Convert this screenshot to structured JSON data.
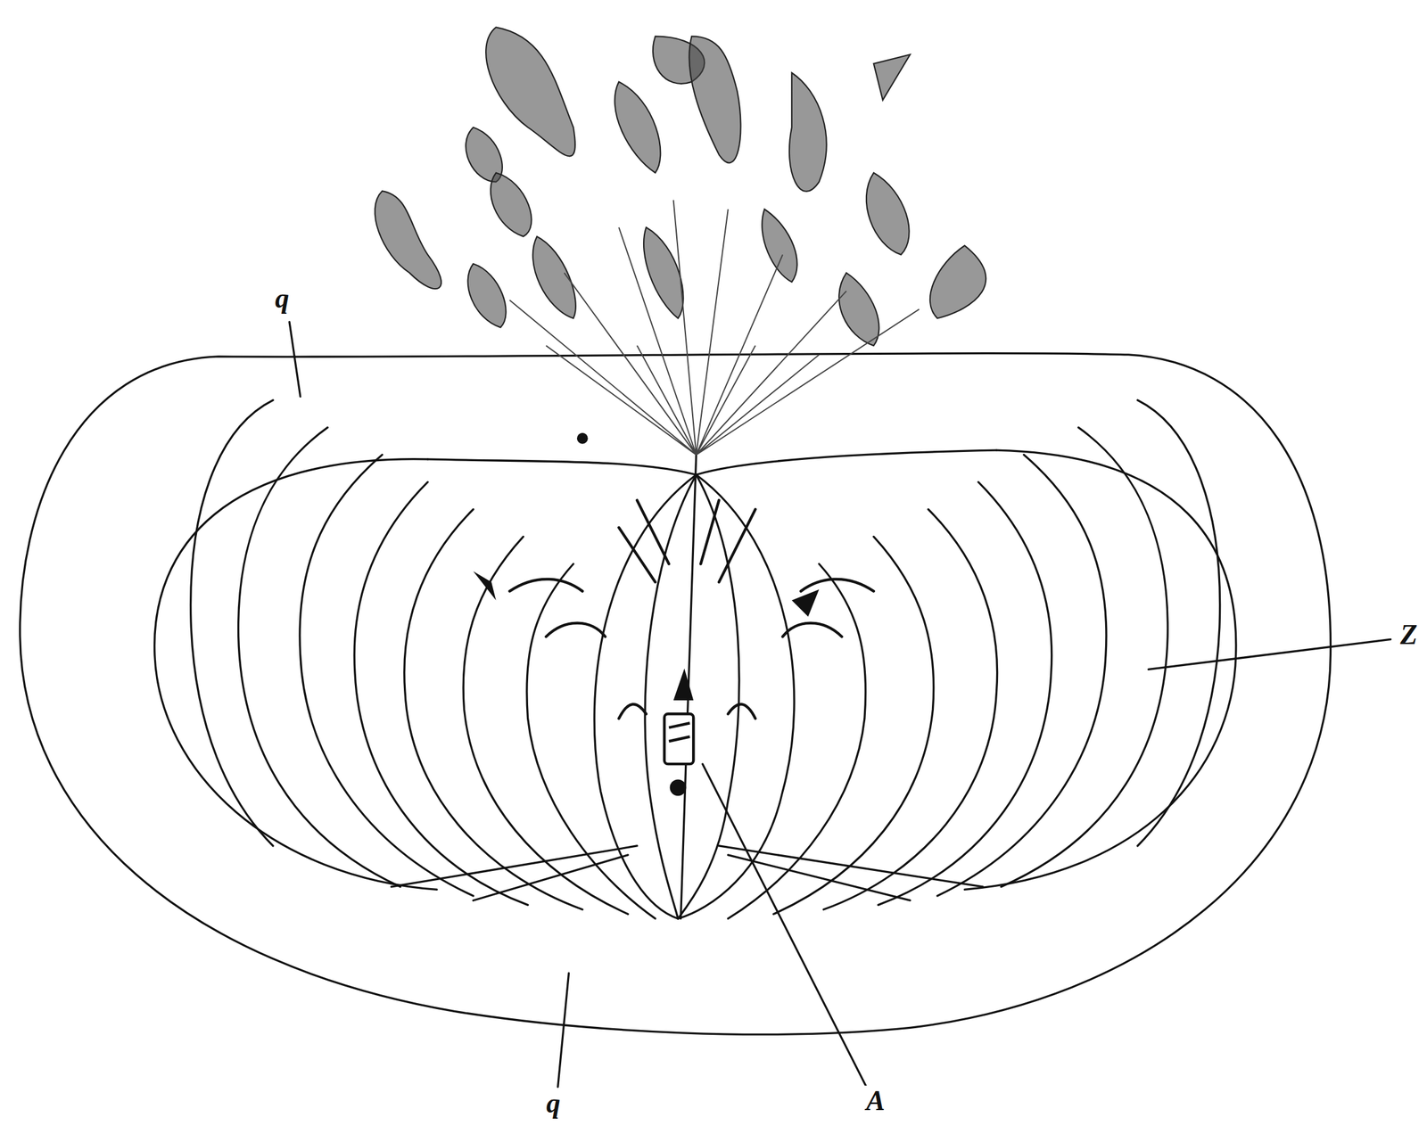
{
  "diagram": {
    "labels": [
      "q",
      "Z",
      "q",
      "A"
    ]
  }
}
